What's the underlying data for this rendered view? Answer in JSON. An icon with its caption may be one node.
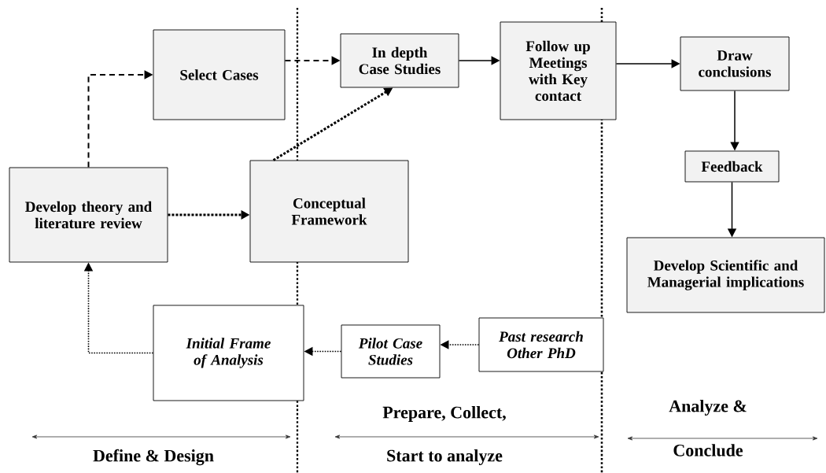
{
  "diagram": {
    "nodes": [
      {
        "text": [
          "Select Cases"
        ]
      },
      {
        "text": [
          "In depth Case Studies"
        ]
      },
      {
        "text": [
          "Follow up Meetings with Key contact"
        ]
      },
      {
        "text": [
          "Draw conclusions"
        ]
      },
      {
        "text": [
          "Develop theory and literature review"
        ]
      },
      {
        "text": [
          "Conceptual Framework"
        ]
      },
      {
        "text": [
          "Feedback"
        ]
      },
      {
        "text": [
          "Develop Scientific and Managerial implications"
        ]
      },
      {
        "text": [
          "Initial Frame of Analysis"
        ]
      },
      {
        "text": [
          "Pilot Case Studies"
        ]
      },
      {
        "text": [
          "Past research Other PhD"
        ]
      }
    ],
    "edges": [
      {
        "from": 4,
        "to": 0,
        "arrow": "to",
        "style": "dashed"
      },
      {
        "from": 0,
        "to": 1,
        "arrow": "to",
        "style": "dashed"
      },
      {
        "from": 4,
        "to": 5,
        "arrow": "to",
        "style": "dashed"
      },
      {
        "from": 5,
        "to": 1,
        "arrow": "to",
        "style": "dashed"
      },
      {
        "from": 1,
        "to": 2,
        "arrow": "to"
      },
      {
        "from": 2,
        "to": 3,
        "arrow": "to"
      },
      {
        "from": 3,
        "to": 6,
        "arrow": "to"
      },
      {
        "from": 6,
        "to": 7,
        "arrow": "to"
      },
      {
        "from": 8,
        "to": 4,
        "arrow": "to",
        "style": "dashed"
      },
      {
        "from": 9,
        "to": 8,
        "arrow": "to",
        "style": "dashed"
      },
      {
        "from": 10,
        "to": 9,
        "arrow": "to",
        "style": "dashed"
      }
    ],
    "labels": [
      "Define & Design",
      "Prepare, Collect,",
      "Start to analyze",
      "Analyze &",
      "Conclude"
    ]
  }
}
